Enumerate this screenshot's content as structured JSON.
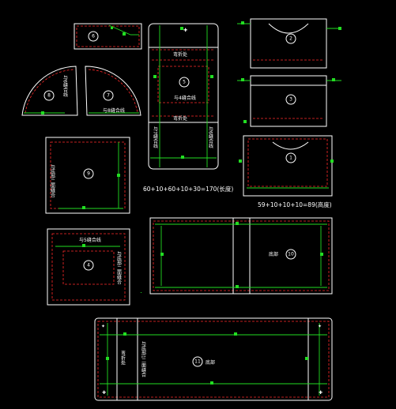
{
  "parts": {
    "p6": {
      "number": "6"
    },
    "p8": {
      "number": "8"
    },
    "p7": {
      "number": "7",
      "label": "与8缝合线"
    },
    "p6v": {
      "label": "与6缝合线"
    },
    "p5": {
      "number": "5",
      "fold_top": "弯折处",
      "fold_bottom": "弯折处",
      "seam_center": "与4缝合线",
      "seam_left": "与7缝合线",
      "seam_right": "与6缝合线"
    },
    "p2": {
      "number": "2"
    },
    "p3": {
      "number": "3"
    },
    "p1": {
      "number": "1"
    },
    "p9": {
      "number": "9",
      "seam": "与底部二面缝合"
    },
    "p4": {
      "number": "4",
      "seam_top": "与5缝合线",
      "seam_right": "与底部二面缝合"
    },
    "p10": {
      "number": "10",
      "label": "底部"
    },
    "p11": {
      "number": "11",
      "label": "底部",
      "fold": "弯折处",
      "seam": "与底部1二面缝合"
    }
  },
  "captions": {
    "length": "60+10+60+10+30=170(长度)",
    "height": "59+10+10+10=89(高度)"
  },
  "colors": {
    "outline": "#ffffff",
    "dashed": "#ff2a2a",
    "seam": "#22dd22"
  }
}
